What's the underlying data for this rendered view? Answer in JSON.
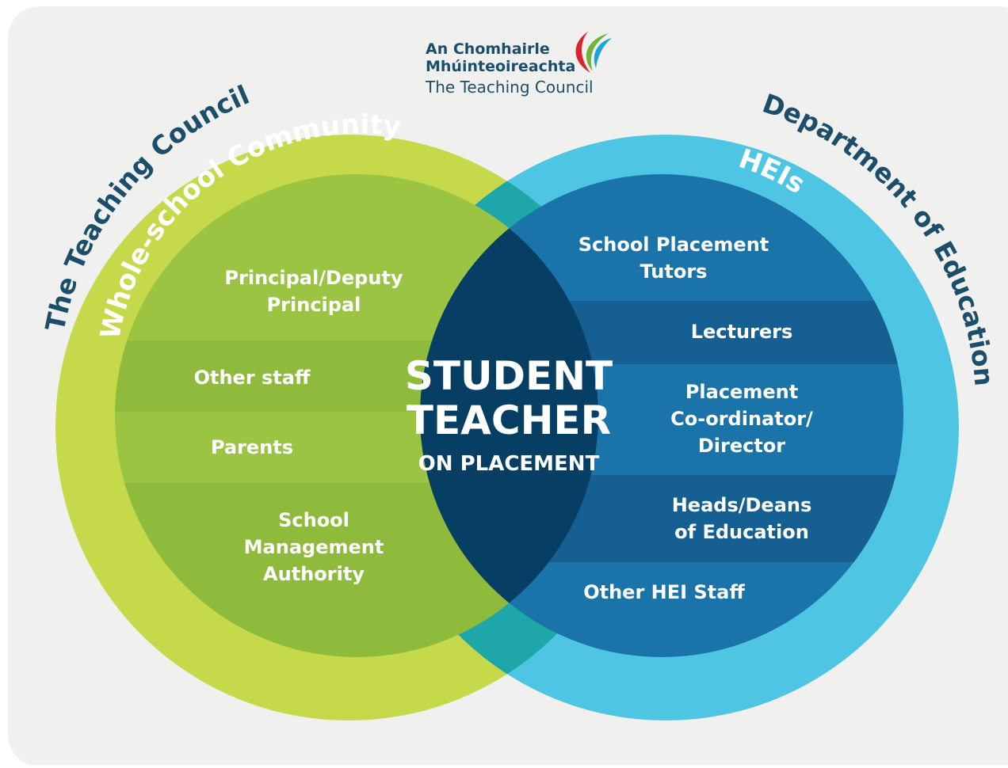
{
  "logo": {
    "line1": "An Chomhairle",
    "line2": "Mhúinteoireachta",
    "line3": "The Teaching Council"
  },
  "outer_labels": {
    "left": "The Teaching Council",
    "right": "Department of Education"
  },
  "inner_labels": {
    "left": "Whole-school Community",
    "right": "HEIs"
  },
  "center": {
    "line1": "STUDENT",
    "line2": "TEACHER",
    "line3": "ON PLACEMENT"
  },
  "left_items": [
    [
      "Principal/Deputy",
      "Principal"
    ],
    [
      "Other staff"
    ],
    [
      "Parents"
    ],
    [
      "School",
      "Management",
      "Authority"
    ]
  ],
  "right_items": [
    [
      "School Placement",
      "Tutors"
    ],
    [
      "Lecturers"
    ],
    [
      "Placement",
      "Co-ordinator/",
      "Director"
    ],
    [
      "Heads/Deans",
      "of Education"
    ],
    [
      "Other HEI Staff"
    ]
  ],
  "colors": {
    "background": "#f0f0ee",
    "outer_left": "#c5d94a",
    "outer_right": "#4ec5e3",
    "outer_overlap": "#1fa6a8",
    "inner_left": "#9cc443",
    "inner_left_alt": "#8fbb3d",
    "inner_right": "#1a73a9",
    "inner_right_alt": "#155f92",
    "center": "#063f63",
    "label_dark": "#1a4e6b",
    "text_white": "#ffffff"
  }
}
